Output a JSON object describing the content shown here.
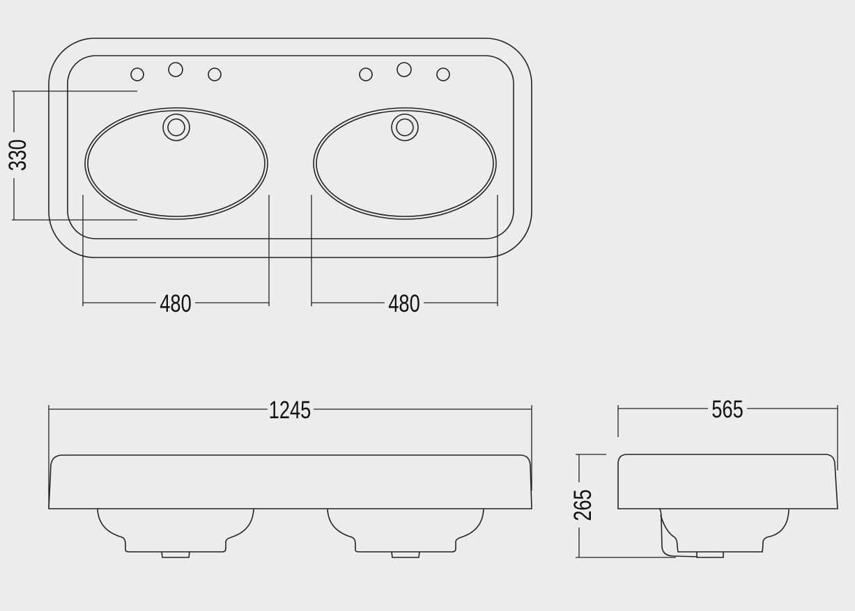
{
  "dimensions": {
    "basin_depth": "330",
    "left_bowl_width": "480",
    "right_bowl_width": "480",
    "overall_width": "1245",
    "overall_depth": "565",
    "overall_height": "265"
  },
  "colors": {
    "background": "#ececec",
    "line": "#222222"
  }
}
